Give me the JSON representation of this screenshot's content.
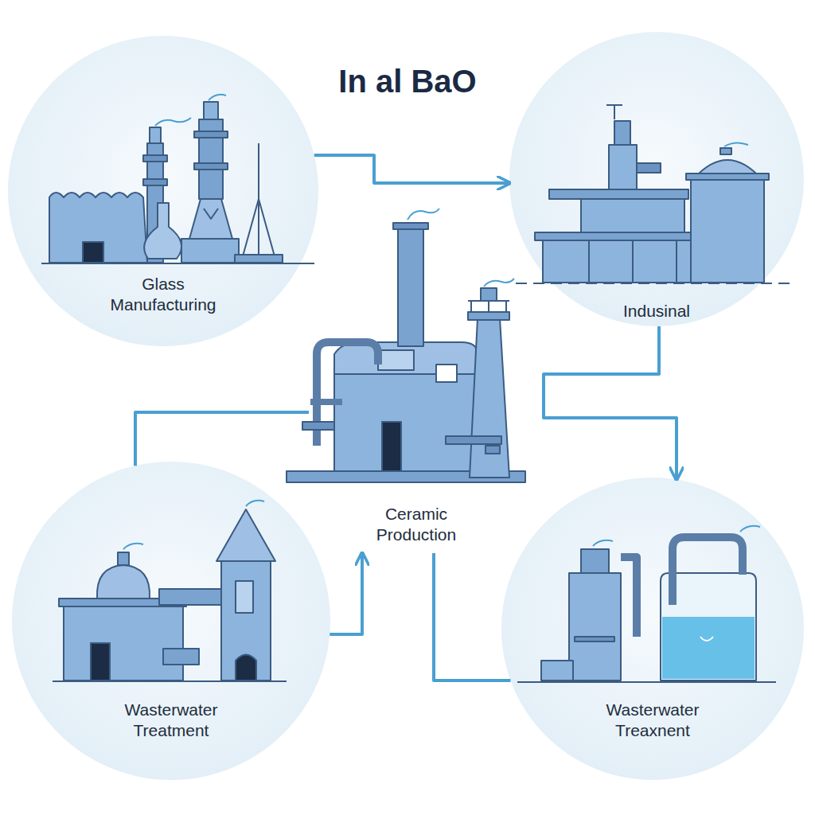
{
  "diagram": {
    "title": "In al BaO",
    "nodes": [
      {
        "text": [
          "Glass Manufacturing"
        ]
      },
      {
        "text": [
          "Indusinal"
        ]
      },
      {
        "text": [
          "Ceramic Production"
        ]
      },
      {
        "text": [
          "Wasterwater Treatment"
        ]
      },
      {
        "text": [
          "Wasterwater Treaxnent"
        ]
      }
    ],
    "edges": [
      {
        "from": 0,
        "to": 1,
        "arrow": "to"
      },
      {
        "from": 1,
        "to": 4,
        "arrow": "to"
      },
      {
        "from": 3,
        "to": 2,
        "arrow": "none"
      },
      {
        "from": 3,
        "to": 2,
        "arrow": "to"
      },
      {
        "from": 2,
        "to": 4,
        "arrow": "none"
      }
    ]
  }
}
